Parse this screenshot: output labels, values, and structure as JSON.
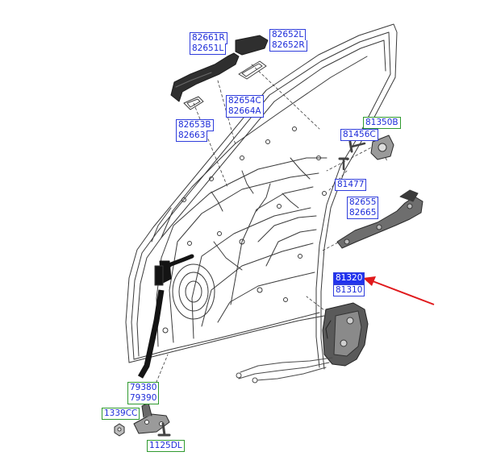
{
  "labels": {
    "l82661R": "82661R",
    "l82651L": "82651L",
    "l82652L": "82652L",
    "l82652R": "82652R",
    "l82654C": "82654C",
    "l82664A": "82664A",
    "l82653B": "82653B",
    "l82663": "82663",
    "l81350B": "81350B",
    "l81456C": "81456C",
    "l81477": "81477",
    "l82655": "82655",
    "l82665": "82665",
    "l81320": "81320",
    "l81310": "81310",
    "l79380": "79380",
    "l79390": "79390",
    "l1339CC": "1339CC",
    "l1125DL": "1125DL"
  },
  "colors": {
    "label_text": "#1c2bd9",
    "label_border_blue": "#2f3ddc",
    "label_border_green": "#2f9a2f",
    "highlight_bg": "#2233ee",
    "arrow": "#e0191c",
    "line_art": "#3a3a3a"
  }
}
